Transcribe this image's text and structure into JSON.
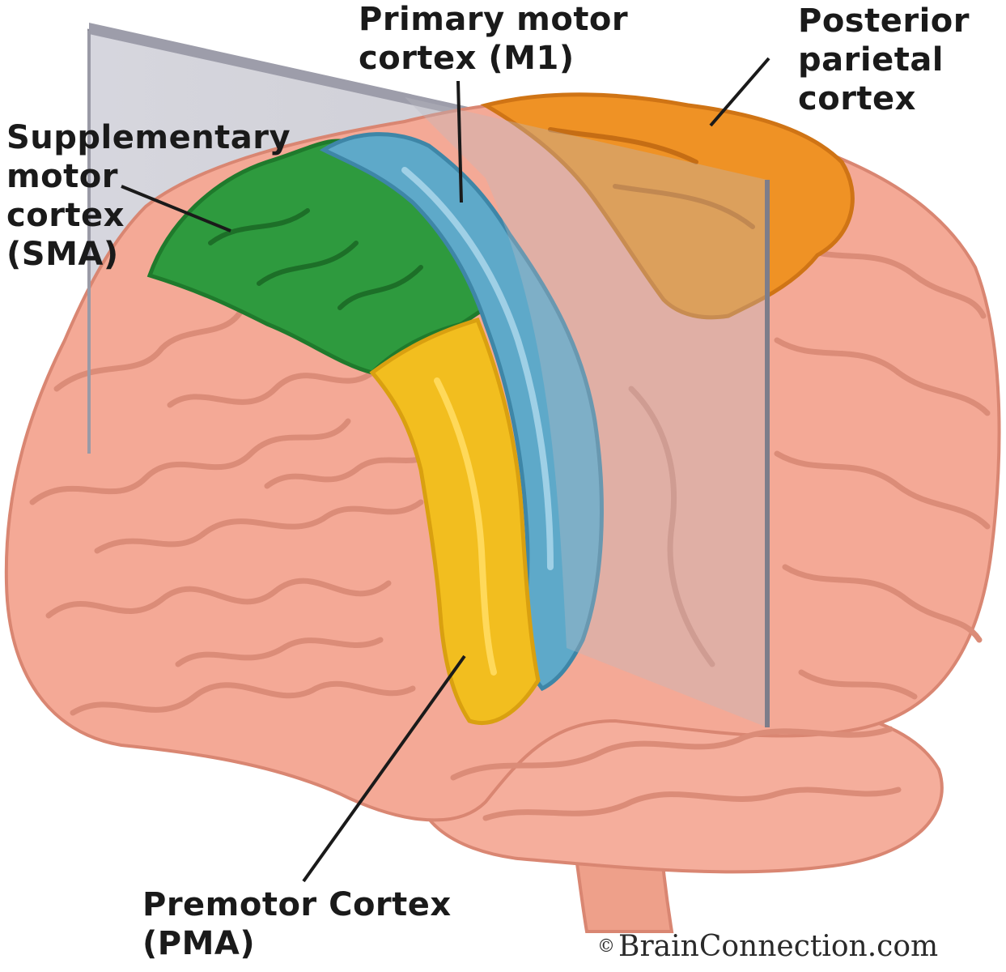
{
  "diagram": {
    "labels": {
      "sma": [
        "Supplementary",
        "motor",
        "cortex",
        "(SMA)"
      ],
      "m1": [
        "Primary motor",
        "cortex (M1)"
      ],
      "ppc": [
        "Posterior",
        "parietal",
        "cortex"
      ],
      "pma": [
        "Premotor Cortex",
        "(PMA)"
      ]
    },
    "credit": {
      "symbol": "©",
      "text": "BrainConnection.com"
    },
    "colors": {
      "brain": "#f4a996",
      "brain_shadow": "#d98672",
      "sma": "#2e9a3e",
      "m1": "#5ea9c9",
      "pma": "#f2be1f",
      "ppc": "#ef9225",
      "plane": "#b9b9c4"
    }
  }
}
